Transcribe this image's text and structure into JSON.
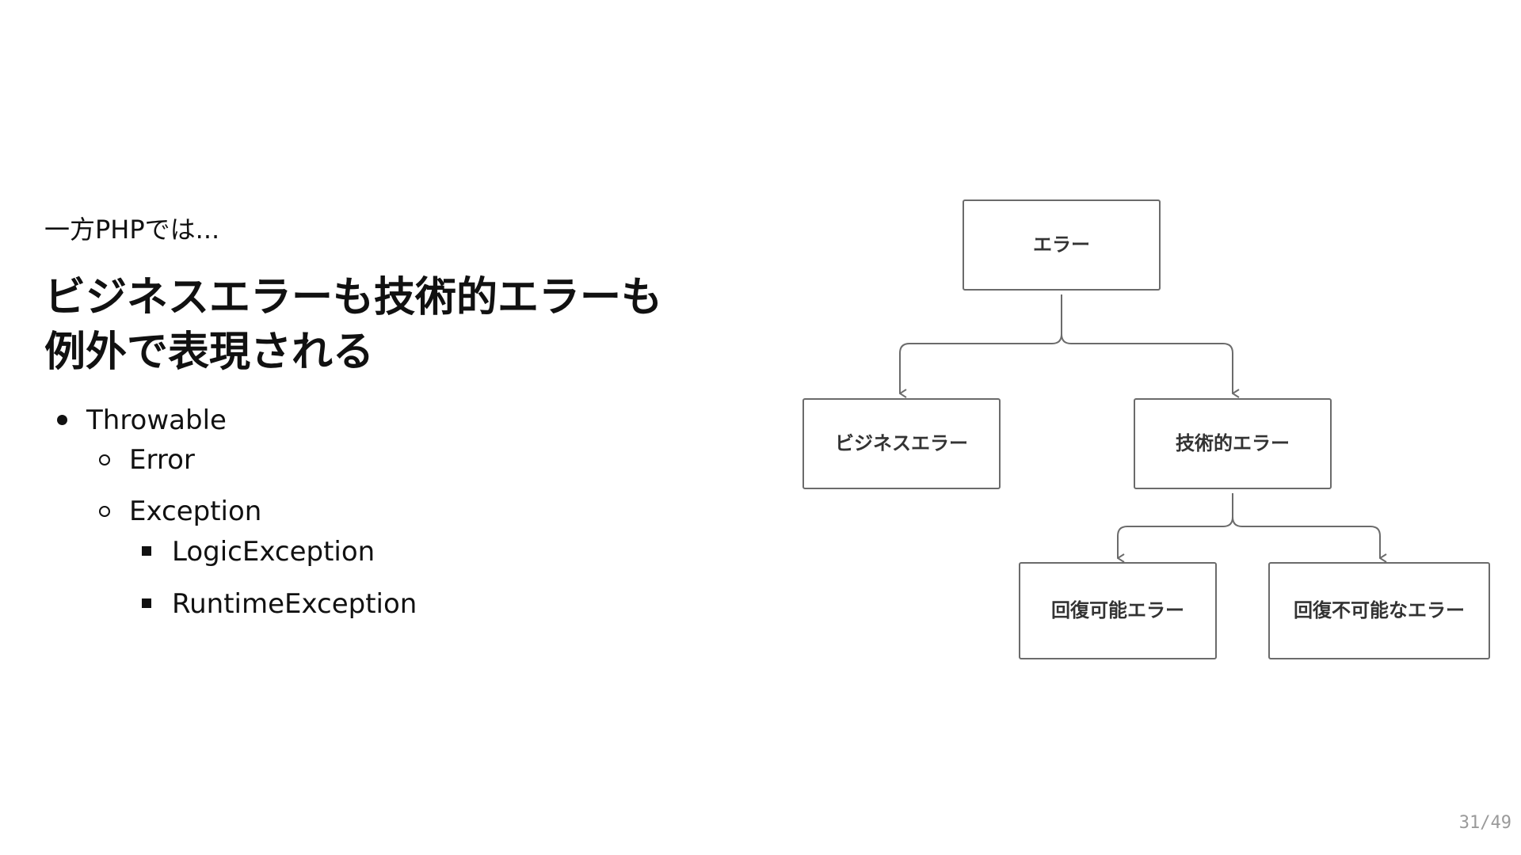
{
  "slide": {
    "lead": "一方PHPでは...",
    "headline_line1": "ビジネスエラーも技術的エラーも",
    "headline_line2": "例外で表現される",
    "list": {
      "throwable": "Throwable",
      "error": "Error",
      "exception": "Exception",
      "logic_exception": "LogicException",
      "runtime_exception": "RuntimeException"
    },
    "page_number": "31/49"
  },
  "diagram": {
    "nodes": {
      "error": "エラー",
      "business_error": "ビジネスエラー",
      "technical_error": "技術的エラー",
      "recoverable_error": "回復可能エラー",
      "unrecoverable_error": "回復不可能なエラー"
    },
    "colors": {
      "node_stroke": "#6b6b6b",
      "edge_stroke": "#6b6b6b",
      "label": "#333333"
    }
  }
}
